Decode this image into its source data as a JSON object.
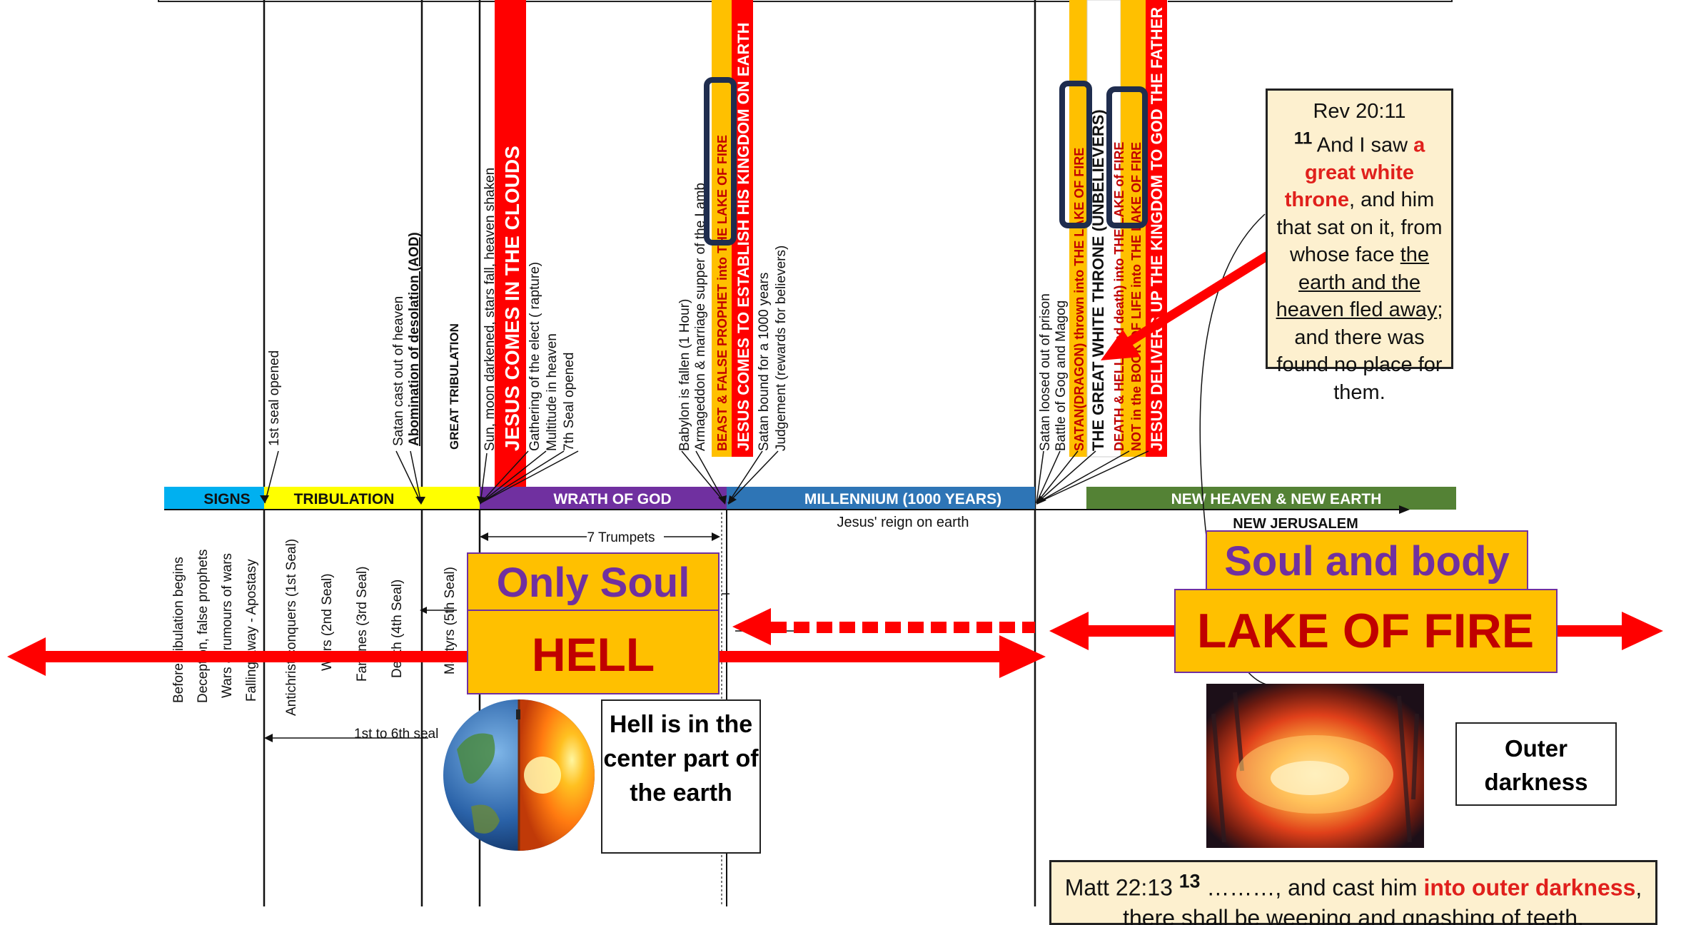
{
  "colors": {
    "signs": "#00b0f0",
    "tribulation": "#ffff00",
    "wrath": "#7030a0",
    "millennium": "#2e75b6",
    "new_heaven": "#548235",
    "red": "#ff0000",
    "gold": "#ffc000",
    "purple_text": "#7030a0",
    "dark_red": "#c00000"
  },
  "periods": {
    "signs": "SIGNS",
    "tribulation": "TRIBULATION",
    "wrath": "WRATH OF GOD",
    "millennium": "MILLENNIUM (1000 YEARS)",
    "new_heaven": "NEW HEAVEN & NEW EARTH"
  },
  "sublabels": {
    "reign": "Jesus' reign on earth",
    "new_jerusalem": "NEW JERUSALEM",
    "trumpets": "7 Trumpets",
    "seals_1_6": "1st to 6th seal"
  },
  "events_top": {
    "first_seal": "1st seal opened",
    "satan_cast": "Satan cast out of heaven",
    "aod": "Abomination of desolation (AOD)",
    "great_trib": "GREAT TRIBULATION",
    "sun_moon": "Sun, moon darkened, stars fall, heaven shaken",
    "jesus_clouds": "JESUS COMES IN THE CLOUDS",
    "gathering": "Gathering of the elect ( rapture)",
    "multitude": "Multitude in heaven",
    "seventh_seal": "7th Seal opened",
    "babylon": "Babylon is fallen (1 Hour)",
    "armageddon": "Armageddon & marriage supper of the Lamb",
    "beast_prefix": "BEAST & FALSE PROPHET into ",
    "lake_of_fire": "THE LAKE OF FIRE",
    "jesus_kingdom": "JESUS COMES TO ESTABLISH HIS KINGDOM ON EARTH",
    "satan_bound": "Satan bound for a 1000 years",
    "judgement": "Judgement (rewards for believers)",
    "satan_loosed": "Satan loosed out of prison",
    "gog_magog": "Battle of Gog and Magog",
    "satan_dragon_prefix": "SATAN(DRAGON) thrown into ",
    "white_throne": "THE GREAT WHITE THRONE (UNBELIEVERS)",
    "death_hell_prefix": "DEATH & HELL (2nd death) into ",
    "lake_of_fire_2": "THE LAKE of FIRE",
    "not_in_book_prefix": "NOT in the BOOK OF LIFE into ",
    "lake_of_fire_3": "THE LAKE OF FIRE",
    "jesus_delivers": "JESUS DELIVERS UP THE KINGDOM TO GOD THE FATHER"
  },
  "events_bottom": {
    "before_trib": "Before tribulation begins",
    "deception": "Deception, false prophets",
    "wars_rumours": "Wars & rumours of wars",
    "falling_away": "Falling away - Apostasy",
    "antichrist": "Antichrist conquers (1st Seal)",
    "wars": "Wars (2nd Seal)",
    "famines": "Famines (3rd Seal)",
    "death": "Death (4th Seal)",
    "martyrs": "Martyrs (5th Seal)"
  },
  "states": {
    "only_soul": "Only Soul",
    "hell": "HELL",
    "soul_and_body": "Soul and body",
    "lake_of_fire": "LAKE OF FIRE"
  },
  "rev_box": {
    "ref": "Rev 20:11",
    "verse_num": "11",
    "t1": " And I saw ",
    "red": "a great white throne",
    "t2": ", and him that sat on it, from whose face ",
    "underlined": "the earth and the heaven fled away",
    "t3": "; and there was found no place for them."
  },
  "hell_box": "Hell is in the center part of the earth",
  "outer_box": "Outer darkness",
  "matt_box": {
    "ref": "Matt 22:13 ",
    "verse_num": "13",
    "t1": " ………, and cast him ",
    "red": "into outer darkness",
    "t2": ", there shall be weeping and gnashing of teeth."
  }
}
